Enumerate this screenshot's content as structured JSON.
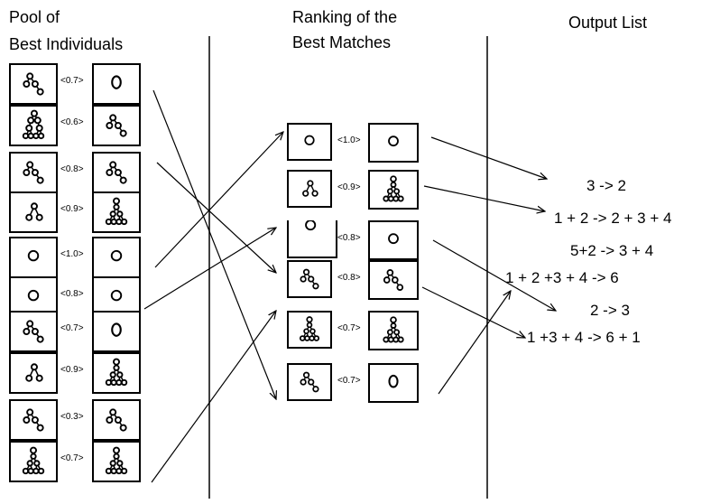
{
  "headers": {
    "pool_line1": "Pool of",
    "pool_line2": "Best Individuals",
    "ranking_line1": "Ranking of the",
    "ranking_line2": "Best Matches",
    "output": "Output List"
  },
  "pool_scores": [
    "<0.7>",
    "<0.6>",
    "<0.8>",
    "<0.9>",
    "<1.0>",
    "<0.8>",
    "<0.7>",
    "<0.9>",
    "<0.3>",
    "<0.7>"
  ],
  "ranking_scores": [
    "<1.0>",
    "<0.9>",
    "<0.8>",
    "<0.8>",
    "<0.7>",
    "<0.7>"
  ],
  "outputs": [
    "3 -> 2",
    "1 + 2 -> 2 + 3 + 4",
    "5+2 -> 3 + 4",
    "1 + 2 +3 + 4 -> 6",
    "2 -> 3",
    "1 +3 + 4 -> 6 + 1"
  ]
}
